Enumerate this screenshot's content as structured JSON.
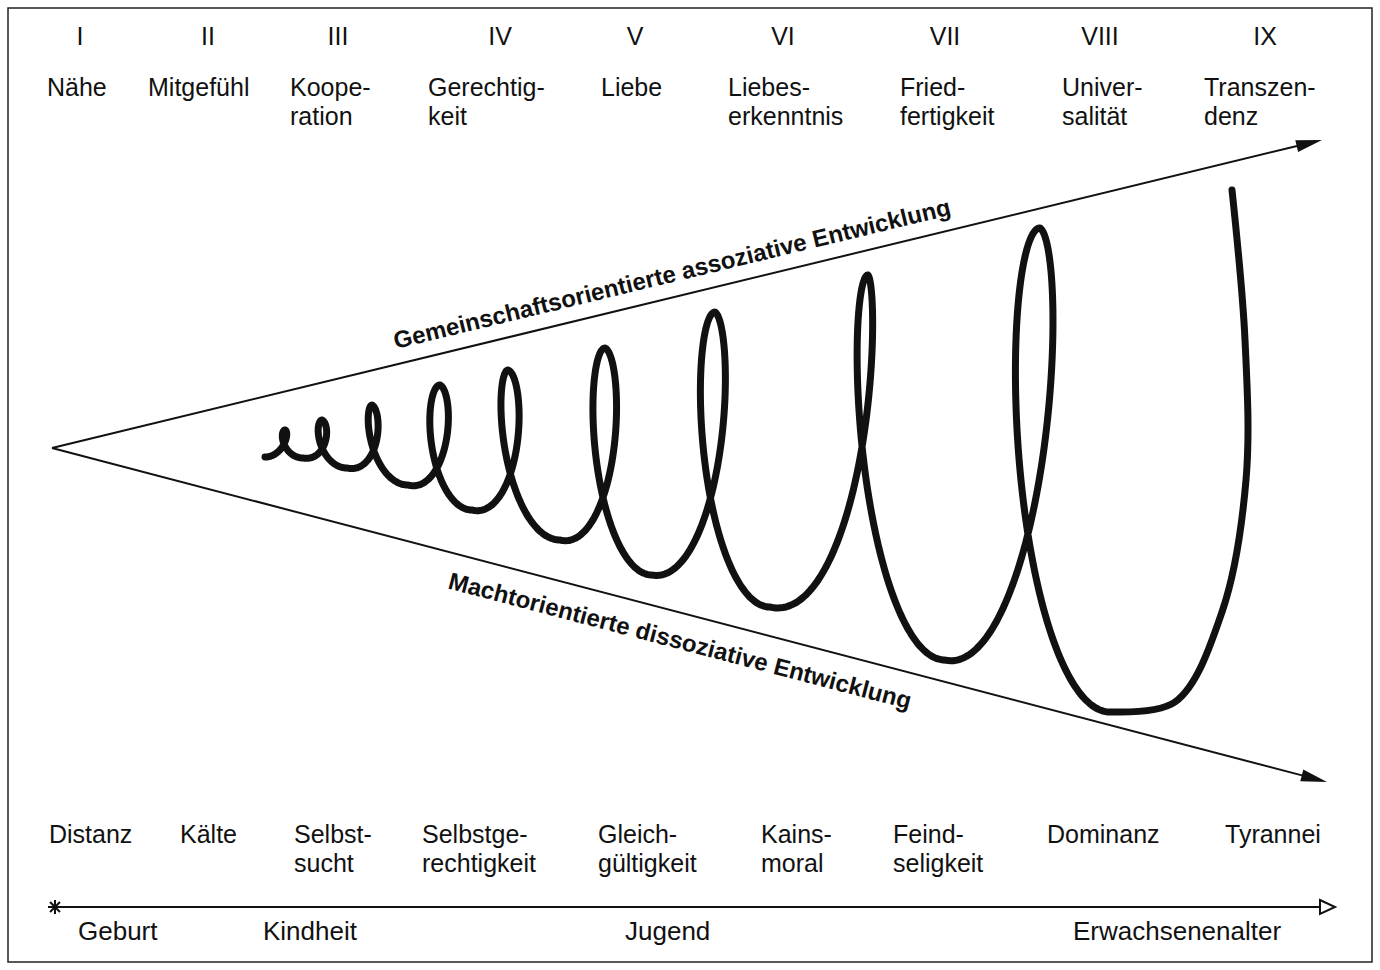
{
  "diagram": {
    "labels": [
      "I",
      "II",
      "III",
      "IV",
      "V",
      "VI",
      "VII",
      "VIII",
      "IX",
      "Nähe",
      "Mitgefühl",
      "Koope- ration",
      "Gerechtig- keit",
      "Liebe",
      "Liebes- erkenntnis",
      "Fried- fertigkeit",
      "Univer- salität",
      "Transzen- denz",
      "Gemeinschaftsorientierte assoziative Entwicklung",
      "Machtorientierte dissoziative Entwicklung",
      "Distanz",
      "Kälte",
      "Selbst- sucht",
      "Selbstge- rechtigkeit",
      "Gleich- gültigkeit",
      "Kains- moral",
      "Feind- seligkeit",
      "Dominanz",
      "Tyrannei",
      "Geburt",
      "Kindheit",
      "Jugend",
      "Erwachsenenalter"
    ]
  }
}
